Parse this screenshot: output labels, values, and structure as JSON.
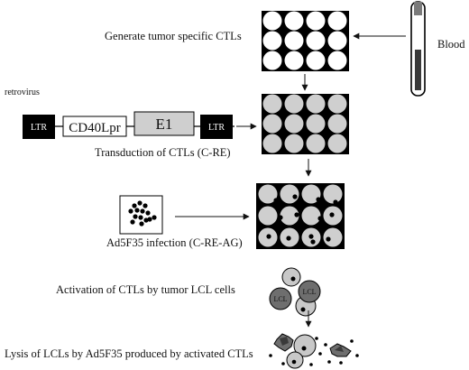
{
  "labels": {
    "generate": "Generate tumor specific CTLs",
    "blood": "Blood",
    "retrovirus": "retrovirus",
    "transduction": "Transduction of CTLs (C-RE)",
    "infection": "Ad5F35 infection (C-RE-AG)",
    "activation": "Activation of CTLs by tumor LCL cells",
    "lysis": "Lysis of LCLs by Ad5F35 produced by activated CTLs"
  },
  "construct": {
    "ltr_left": "LTR",
    "promoter": "CD40Lpr",
    "gene": "E1",
    "ltr_right": "LTR"
  },
  "cells": {
    "lcl_1": "LCL",
    "lcl_2": "LCL"
  },
  "colors": {
    "plate": "#000000",
    "white_well": "#ffffff",
    "gray_well": "#cfcfcf",
    "e1_fill": "#cfcfcf",
    "dark_cell": "#6e6e6e",
    "light_cell": "#c8c8c8"
  }
}
